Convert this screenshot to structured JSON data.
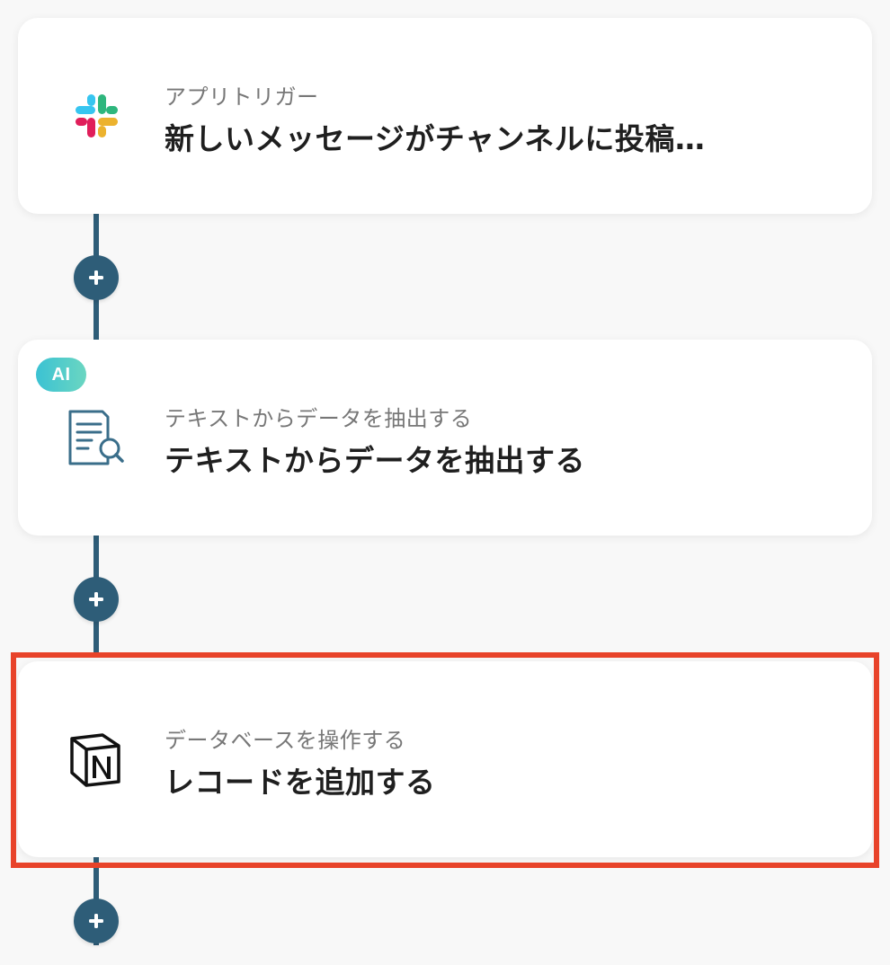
{
  "flow": {
    "steps": [
      {
        "subtitle": "アプリトリガー",
        "title": "新しいメッセージがチャンネルに投稿…",
        "icon": "slack-logo-icon"
      },
      {
        "badge": "AI",
        "subtitle": "テキストからデータを抽出する",
        "title": "テキストからデータを抽出する",
        "icon": "document-search-icon"
      },
      {
        "subtitle": "データベースを操作する",
        "title": "レコードを追加する",
        "icon": "notion-logo-icon",
        "highlighted": true
      }
    ],
    "add_step_icon": "plus-icon"
  },
  "colors": {
    "background": "#f8f8f8",
    "connector": "#2e5d78",
    "card": "#ffffff",
    "highlight_border": "#e8432a",
    "ai_badge_start": "#3bc2d3",
    "ai_badge_end": "#6bd6c1",
    "title_text": "#1f1f1f",
    "subtitle_text": "#777777"
  }
}
